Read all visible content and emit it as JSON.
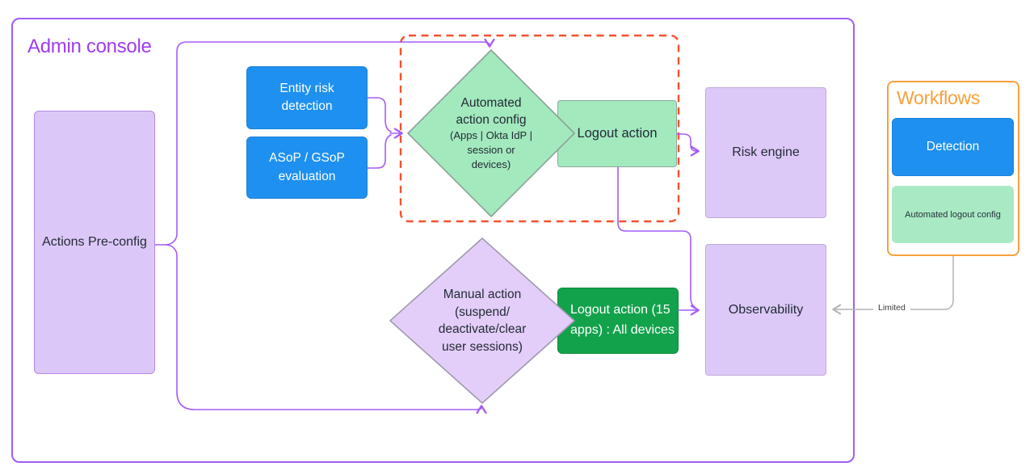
{
  "admin_console": {
    "title": "Admin console",
    "nodes": {
      "actions_preconfig": {
        "label": "Actions Pre-config"
      },
      "entity_risk": {
        "label": "Entity risk\ndetection"
      },
      "asop_gsop": {
        "label": "ASoP / GSoP\nevaluation"
      },
      "automated_action_diamond": {
        "label": "Automated\naction config",
        "sublabel": "(Apps | Okta IdP |\nsession or\ndevices)"
      },
      "logout_action": {
        "label": "Logout action"
      },
      "risk_engine": {
        "label": "Risk engine"
      },
      "manual_action_diamond": {
        "label": "Manual action\n(suspend/\ndeactivate/clear\nuser sessions)"
      },
      "logout_all_devices": {
        "label": "Logout action (15\napps) : All devices"
      },
      "observability": {
        "label": "Observability"
      }
    }
  },
  "workflows": {
    "title": "Workflows",
    "nodes": {
      "detection": {
        "label": "Detection"
      },
      "automated_logout_config": {
        "label": "Automated logout config"
      }
    }
  },
  "connections": {
    "limited_label": "Limited"
  },
  "colors": {
    "admin_border_purple": "#a25cf5",
    "connector_purple": "#a55bf7",
    "title_purple": "#a03bf2",
    "blue_fill": "#1e90f0",
    "light_green_fill": "#a3e9be",
    "dark_green_fill": "#13a24c",
    "light_purple_fill": "#dcc8f8",
    "diamond_purple_fill": "#e3cefa",
    "dashed_highlight_red": "#f5512d",
    "workflows_orange": "#f9a03c",
    "gray_line": "#b3b3b3"
  }
}
